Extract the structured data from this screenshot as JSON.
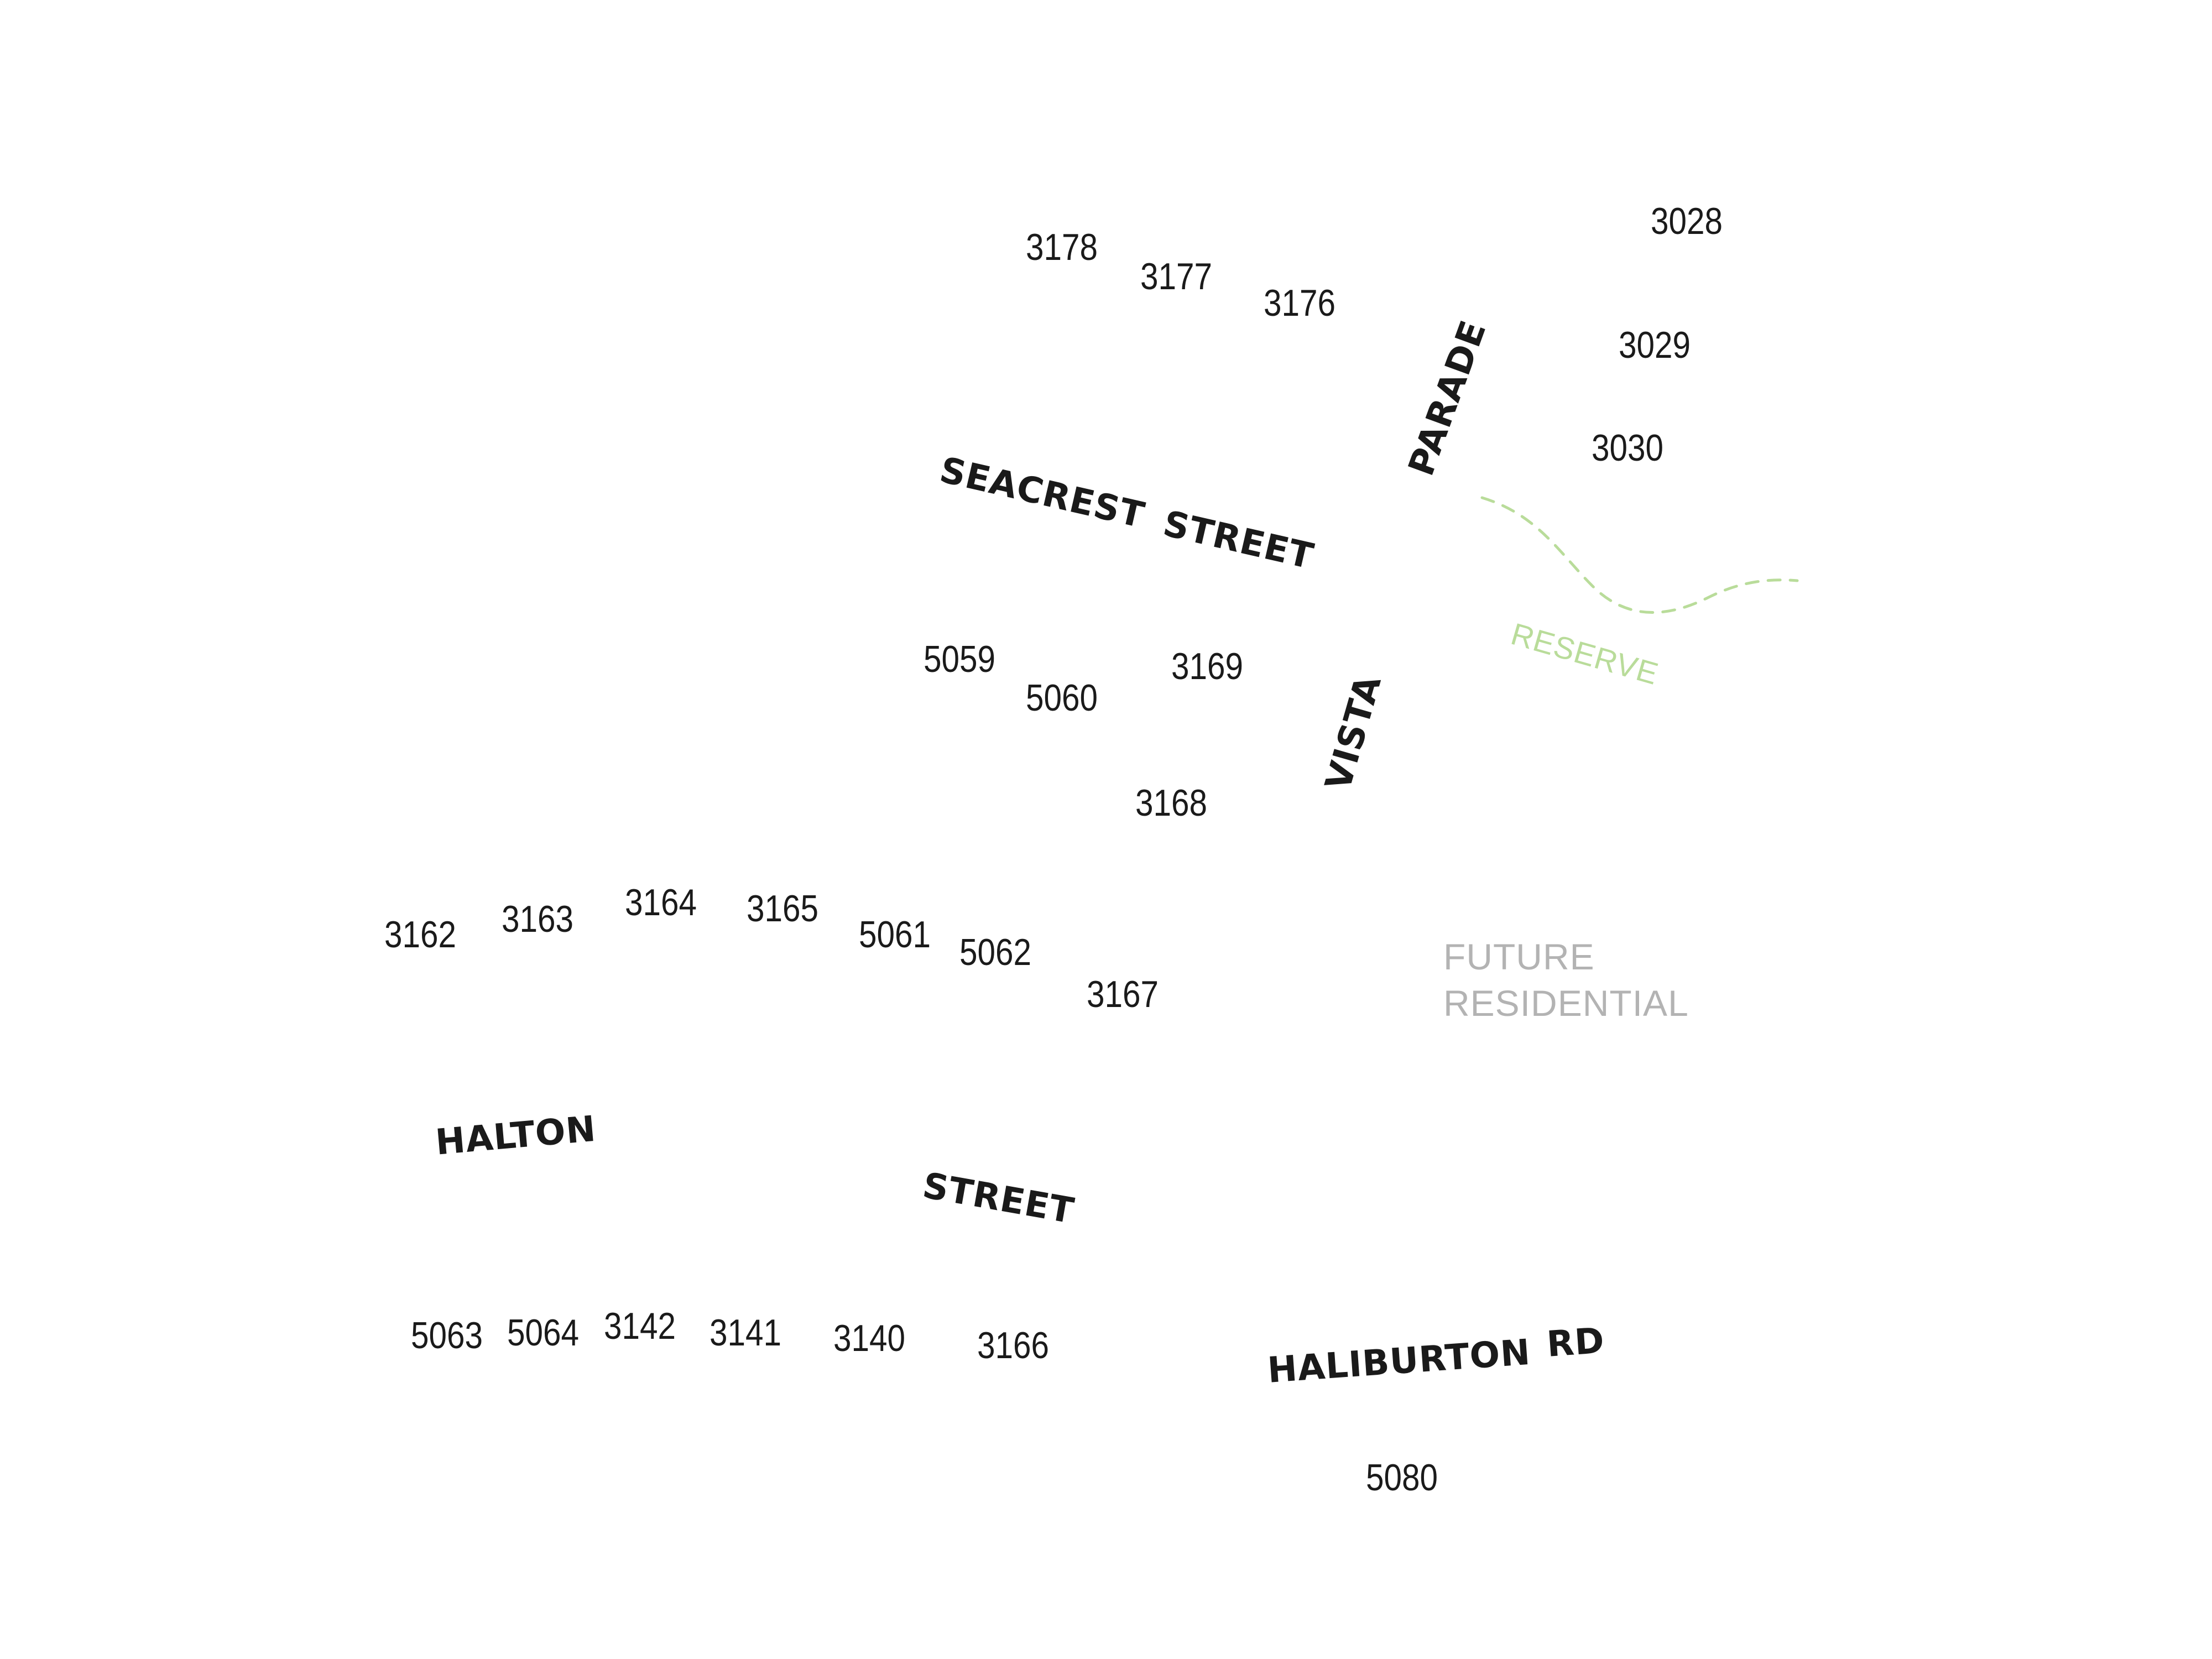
{
  "colors": {
    "background": "#ffffff",
    "lot_number_text": "#1a1a1a",
    "street_label_text": "#1a1a1a",
    "future_residential_text": "#b3b3b3",
    "reserve_green": "#b9dc9a"
  },
  "lots": [
    "3178",
    "3177",
    "3176",
    "3028",
    "3029",
    "3030",
    "5059",
    "5060",
    "3169",
    "3168",
    "3162",
    "3163",
    "3164",
    "3165",
    "5061",
    "5062",
    "3167",
    "5063",
    "5064",
    "3142",
    "3141",
    "3140",
    "3166",
    "5080"
  ],
  "streets": {
    "seacrest": "SEACREST",
    "seacrest_street": "STREET",
    "parade": "PARADE",
    "vista": "VISTA",
    "halton": "HALTON",
    "halton_street": "STREET",
    "haliburton": "HALIBURTON",
    "haliburton_rd": "RD"
  },
  "areas": {
    "future_residential_line1": "FUTURE",
    "future_residential_line2": "RESIDENTIAL",
    "reserve": "RESERVE"
  }
}
